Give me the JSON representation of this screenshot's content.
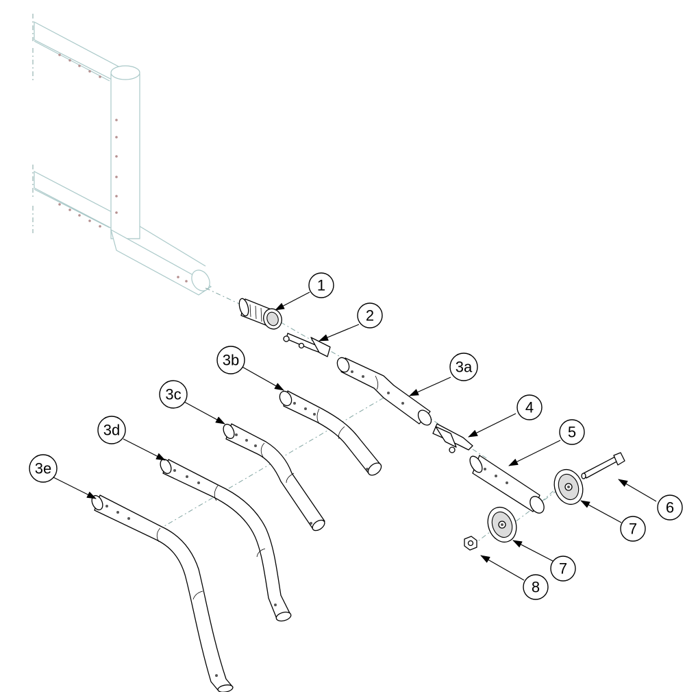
{
  "callouts": [
    {
      "id": "c1",
      "label": "1"
    },
    {
      "id": "c2",
      "label": "2"
    },
    {
      "id": "c3a",
      "label": "3a"
    },
    {
      "id": "c3b",
      "label": "3b"
    },
    {
      "id": "c3c",
      "label": "3c"
    },
    {
      "id": "c3d",
      "label": "3d"
    },
    {
      "id": "c3e",
      "label": "3e"
    },
    {
      "id": "c4",
      "label": "4"
    },
    {
      "id": "c5",
      "label": "5"
    },
    {
      "id": "c6",
      "label": "6"
    },
    {
      "id": "c7a",
      "label": "7"
    },
    {
      "id": "c7b",
      "label": "7"
    },
    {
      "id": "c8",
      "label": "8"
    }
  ],
  "colors": {
    "frame_line": "#a9c8c8",
    "center_line": "#7fa3a0",
    "part_line": "#000000"
  }
}
